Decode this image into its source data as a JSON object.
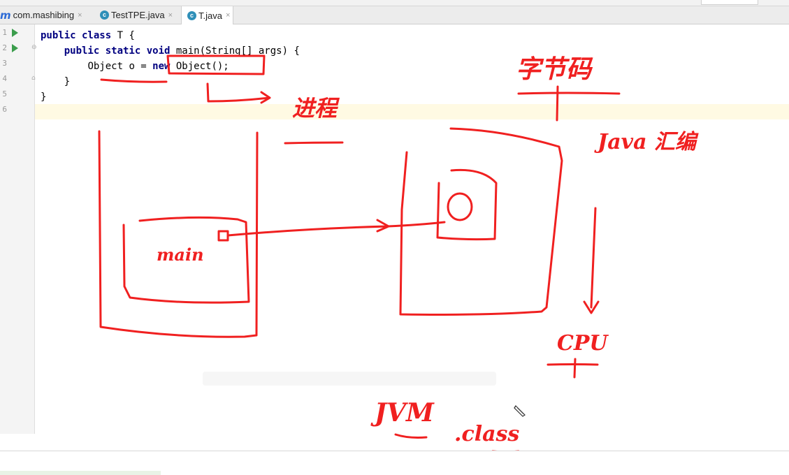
{
  "tabs": [
    {
      "icon": "maven-module-icon",
      "icon_glyph": "m",
      "label": "com.mashibing",
      "close": "×"
    },
    {
      "icon": "java-class-icon",
      "icon_glyph": "c",
      "label": "TestTPE.java",
      "close": "×"
    },
    {
      "icon": "java-class-icon",
      "icon_glyph": "c",
      "label": "T.java",
      "close": "×",
      "active": true
    }
  ],
  "editor": {
    "line_numbers": [
      "1",
      "2",
      "3",
      "4",
      "5",
      "6"
    ],
    "code": {
      "l1_kw": "public class",
      "l1_rest": " T {",
      "l2_kw": "public static void",
      "l2_rest": " main(String[] args) {",
      "l3_a": "Object o = ",
      "l3_kw": "new",
      "l3_b": " Object();",
      "l4": "}",
      "l5": "}"
    }
  },
  "annotations": {
    "process": "进程",
    "bytecode": "字节码",
    "java_interpreter": "Java 汇编",
    "main": "main",
    "cpu": "CPU",
    "jvm": "JVM",
    "class": ".class"
  },
  "colors": {
    "ink": "#f02020",
    "keyword": "#000080",
    "run_gutter": "#3b9d4c",
    "current_line": "#fffae3"
  }
}
